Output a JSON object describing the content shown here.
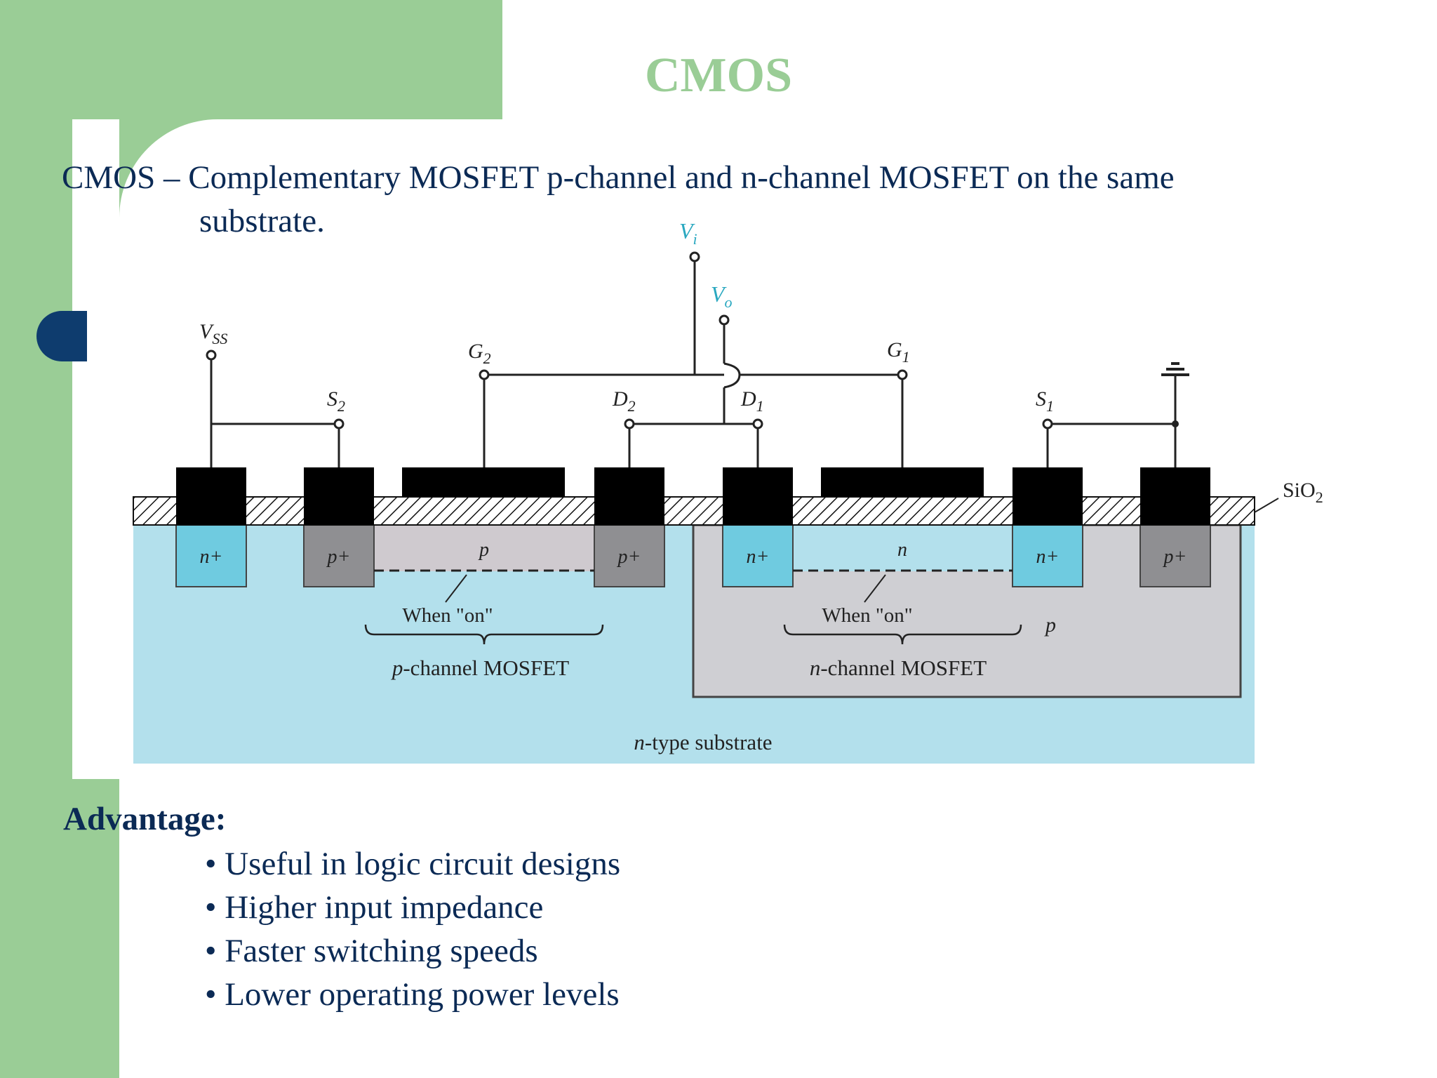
{
  "slide": {
    "title": "CMOS",
    "intro_line1": "CMOS – Complementary MOSFET p-channel and n-channel MOSFET on the same",
    "intro_line2": "substrate.",
    "advantage_heading": "Advantage:",
    "advantages": [
      "Useful in logic circuit designs",
      "Higher input impedance",
      "Faster switching speeds",
      "Lower operating power levels"
    ]
  },
  "diagram": {
    "terminals": {
      "vi": "V",
      "vi_sub": "i",
      "vo": "V",
      "vo_sub": "o",
      "vss": "V",
      "vss_sub": "SS",
      "g2": "G",
      "g2_sub": "2",
      "g1": "G",
      "g1_sub": "1",
      "s2": "S",
      "s2_sub": "2",
      "d2": "D",
      "d2_sub": "2",
      "d1": "D",
      "d1_sub": "1",
      "s1": "S",
      "s1_sub": "1"
    },
    "oxide_label": "SiO",
    "oxide_sub": "2",
    "regions": {
      "n_plus_left": "n+",
      "p_plus_s2": "p+",
      "p_channel": "p",
      "p_plus_d2": "p+",
      "n_plus_d1": "n+",
      "n_channel": "n",
      "n_plus_s1": "n+",
      "p_plus_right": "p+",
      "p_well": "p"
    },
    "when_on_left": "When \"on\"",
    "when_on_right": "When \"on\"",
    "pmos_italic": "p",
    "pmos_label": "-channel MOSFET",
    "nmos_italic": "n",
    "nmos_label": "-channel MOSFET",
    "substrate_italic": "n",
    "substrate_label": "-type substrate",
    "colors": {
      "substrate": "#b3e0ec",
      "p_well": "#cfcfd3",
      "n_plus": "#6fcbe0",
      "p_plus": "#8f8f92",
      "p_channel_region": "#cfcacf",
      "terminal_label": "#2aa8c0"
    }
  }
}
